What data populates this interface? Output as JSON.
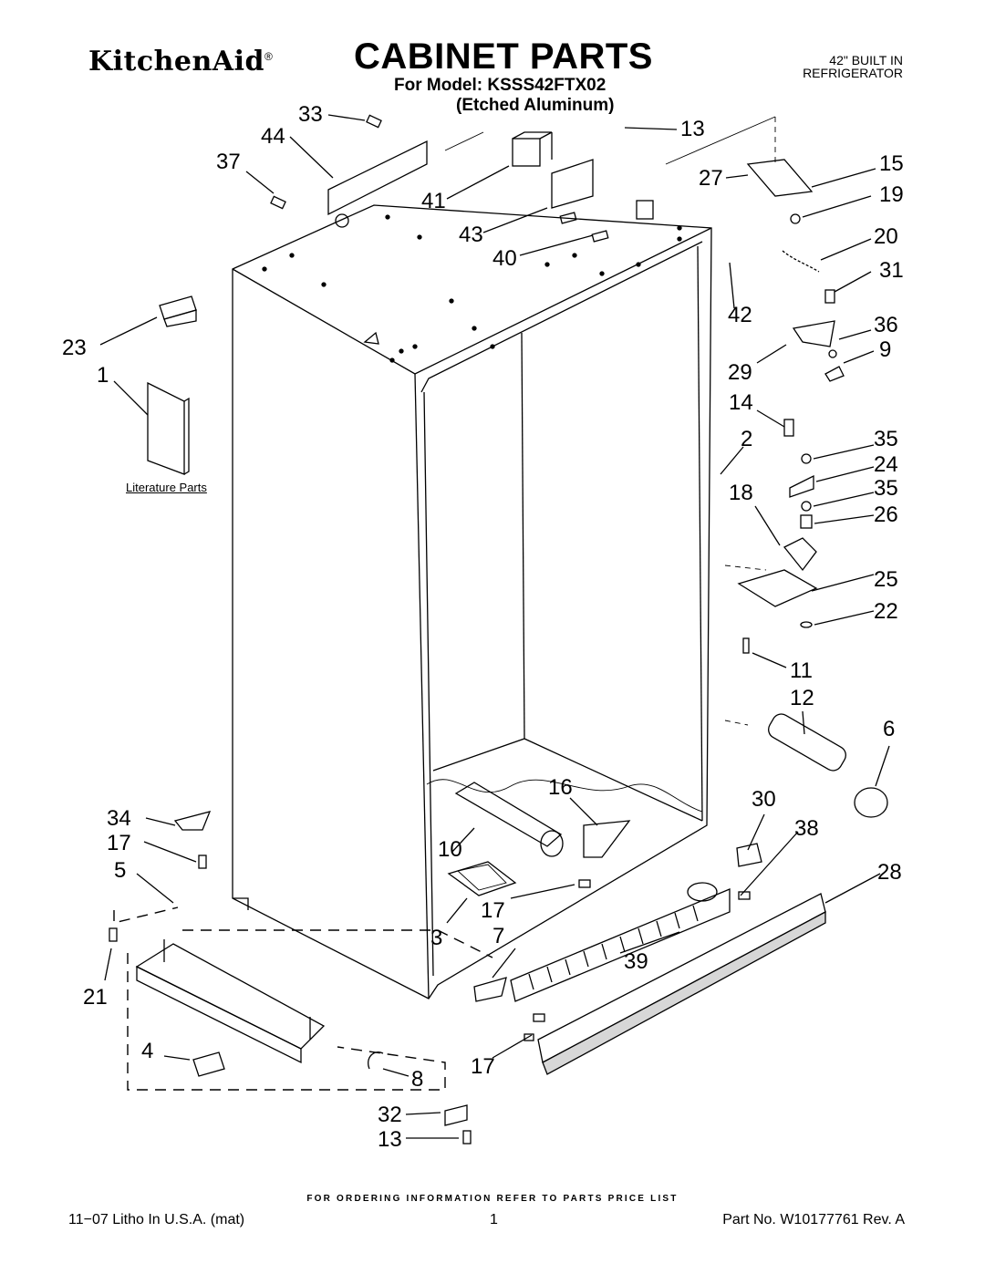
{
  "header": {
    "brand": "KitchenAid",
    "brand_mark": "®",
    "title": "CABINET PARTS",
    "model_line": "For Model: KSSS42FTX02",
    "finish_line": "(Etched Aluminum)",
    "product_line1": "42\" BUILT IN",
    "product_line2": "REFRIGERATOR"
  },
  "literature_label": "Literature Parts",
  "callouts": [
    {
      "id": "c33",
      "text": "33"
    },
    {
      "id": "c44",
      "text": "44"
    },
    {
      "id": "c37",
      "text": "37"
    },
    {
      "id": "c41",
      "text": "41"
    },
    {
      "id": "c43",
      "text": "43"
    },
    {
      "id": "c40",
      "text": "40"
    },
    {
      "id": "c13a",
      "text": "13"
    },
    {
      "id": "c27",
      "text": "27"
    },
    {
      "id": "c15",
      "text": "15"
    },
    {
      "id": "c19",
      "text": "19"
    },
    {
      "id": "c20",
      "text": "20"
    },
    {
      "id": "c31",
      "text": "31"
    },
    {
      "id": "c42",
      "text": "42"
    },
    {
      "id": "c36",
      "text": "36"
    },
    {
      "id": "c9",
      "text": "9"
    },
    {
      "id": "c29",
      "text": "29"
    },
    {
      "id": "c23",
      "text": "23"
    },
    {
      "id": "c1",
      "text": "1"
    },
    {
      "id": "c14",
      "text": "14"
    },
    {
      "id": "c2",
      "text": "2"
    },
    {
      "id": "c35a",
      "text": "35"
    },
    {
      "id": "c24",
      "text": "24"
    },
    {
      "id": "c18",
      "text": "18"
    },
    {
      "id": "c35b",
      "text": "35"
    },
    {
      "id": "c26",
      "text": "26"
    },
    {
      "id": "c25",
      "text": "25"
    },
    {
      "id": "c22",
      "text": "22"
    },
    {
      "id": "c11",
      "text": "11"
    },
    {
      "id": "c12",
      "text": "12"
    },
    {
      "id": "c6",
      "text": "6"
    },
    {
      "id": "c16",
      "text": "16"
    },
    {
      "id": "c30",
      "text": "30"
    },
    {
      "id": "c34",
      "text": "34"
    },
    {
      "id": "c17a",
      "text": "17"
    },
    {
      "id": "c10",
      "text": "10"
    },
    {
      "id": "c38",
      "text": "38"
    },
    {
      "id": "c5",
      "text": "5"
    },
    {
      "id": "c28",
      "text": "28"
    },
    {
      "id": "c17b",
      "text": "17"
    },
    {
      "id": "c3",
      "text": "3"
    },
    {
      "id": "c7",
      "text": "7"
    },
    {
      "id": "c39",
      "text": "39"
    },
    {
      "id": "c21",
      "text": "21"
    },
    {
      "id": "c4",
      "text": "4"
    },
    {
      "id": "c8",
      "text": "8"
    },
    {
      "id": "c17c",
      "text": "17"
    },
    {
      "id": "c32",
      "text": "32"
    },
    {
      "id": "c13b",
      "text": "13"
    }
  ],
  "footer": {
    "ordering_note": "FOR ORDERING INFORMATION REFER TO PARTS PRICE LIST",
    "litho": "11−07 Litho In U.S.A. (mat)",
    "page": "1",
    "part_no": "Part No. W10177761 Rev. A"
  }
}
